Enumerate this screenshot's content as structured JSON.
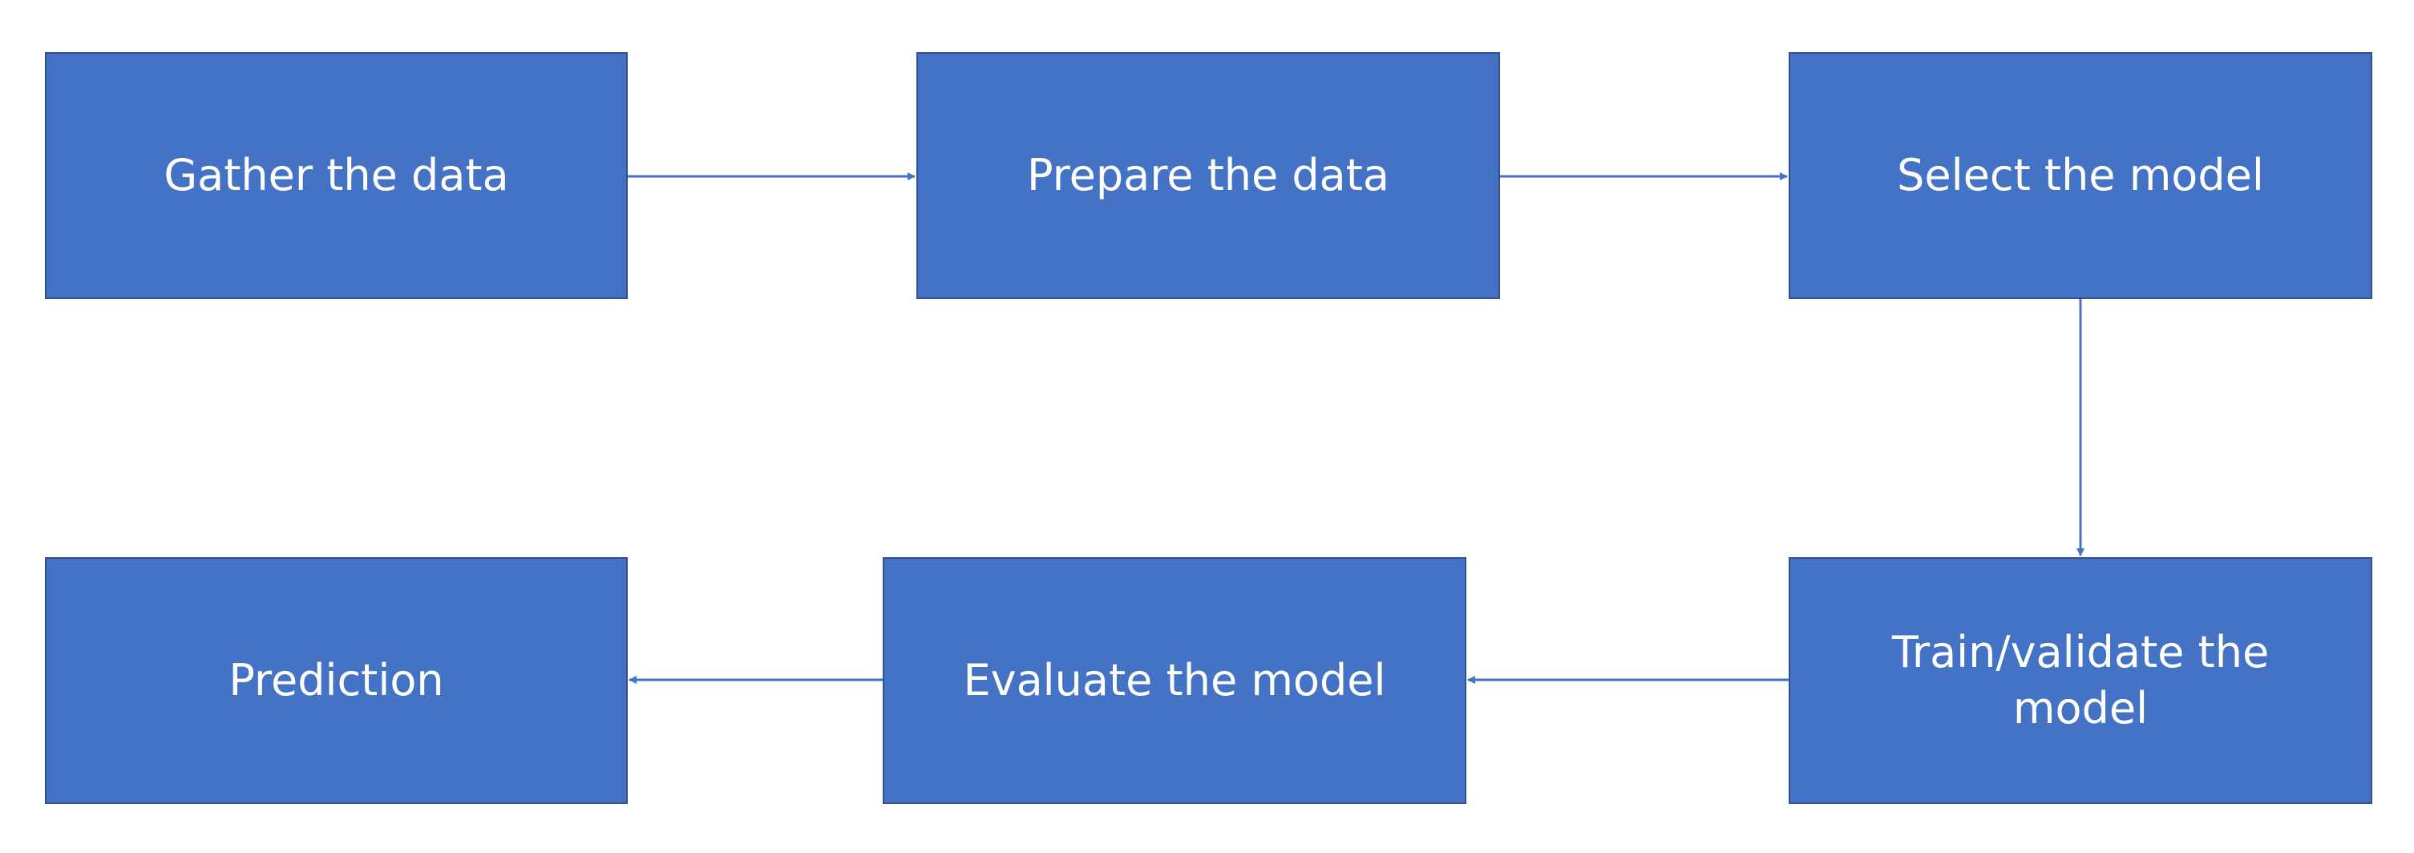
{
  "colors": {
    "box_fill": "#4472C4",
    "box_border": "#2F528F",
    "connector": "#4472C4",
    "text": "#FFFFFF"
  },
  "steps": [
    {
      "label": "Gather the data"
    },
    {
      "label": "Prepare the data"
    },
    {
      "label": "Select the model"
    },
    {
      "label": "Train/validate  the\nmodel"
    },
    {
      "label": "Evaluate the model"
    },
    {
      "label": "Prediction"
    }
  ],
  "connectors": [
    {
      "from": "Gather the data",
      "to": "Prepare the data"
    },
    {
      "from": "Prepare the data",
      "to": "Select the model"
    },
    {
      "from": "Select the model",
      "to": "Train/validate the model"
    },
    {
      "from": "Train/validate the model",
      "to": "Evaluate the model"
    },
    {
      "from": "Evaluate the model",
      "to": "Prediction"
    }
  ]
}
